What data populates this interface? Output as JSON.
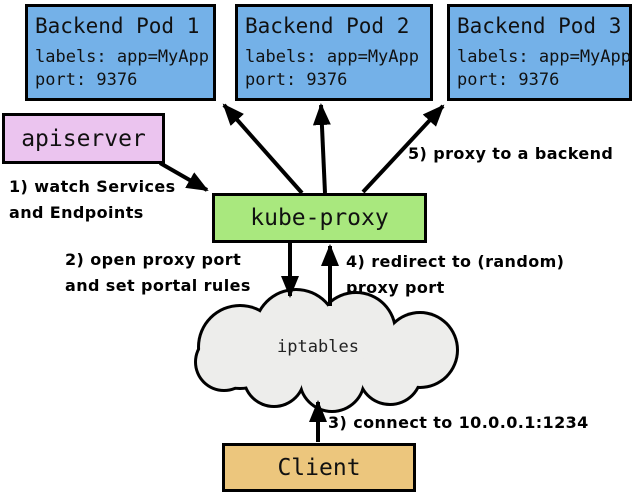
{
  "diagram": {
    "pods": [
      {
        "title": "Backend Pod 1",
        "labels": "labels: app=MyApp",
        "port": "port: 9376"
      },
      {
        "title": "Backend Pod 2",
        "labels": "labels: app=MyApp",
        "port": "port: 9376"
      },
      {
        "title": "Backend Pod 3",
        "labels": "labels: app=MyApp",
        "port": "port: 9376"
      }
    ],
    "apiserver": {
      "label": "apiserver"
    },
    "kube_proxy": {
      "label": "kube-proxy"
    },
    "iptables": {
      "label": "iptables"
    },
    "client": {
      "label": "Client"
    },
    "notes": {
      "note1": "1) watch Services\nand Endpoints",
      "note2": "2) open proxy port\nand set portal rules",
      "note3": "3) connect to 10.0.0.1:1234",
      "note4": "4) redirect to (random)\nproxy port",
      "note5": "5) proxy to a backend"
    },
    "colors": {
      "pod": "#74B1E8",
      "apiserver": "#EBC4EF",
      "kube_proxy": "#A9E87E",
      "client": "#ECC67D",
      "cloud": "#EDEDEB",
      "border": "#000000"
    }
  }
}
